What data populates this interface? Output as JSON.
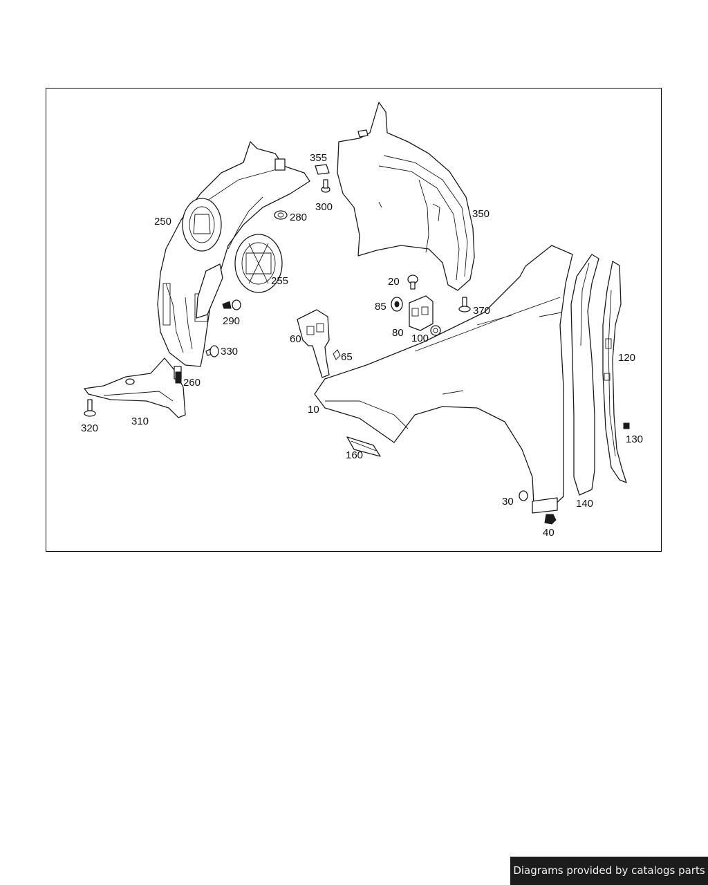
{
  "callouts": [
    {
      "id": "p10",
      "text": "10"
    },
    {
      "id": "p20",
      "text": "20"
    },
    {
      "id": "p30",
      "text": "30"
    },
    {
      "id": "p40",
      "text": "40"
    },
    {
      "id": "p60",
      "text": "60"
    },
    {
      "id": "p65",
      "text": "65"
    },
    {
      "id": "p80",
      "text": "80"
    },
    {
      "id": "p85",
      "text": "85"
    },
    {
      "id": "p100",
      "text": "100"
    },
    {
      "id": "p120",
      "text": "120"
    },
    {
      "id": "p130",
      "text": "130"
    },
    {
      "id": "p140",
      "text": "140"
    },
    {
      "id": "p160",
      "text": "160"
    },
    {
      "id": "p250",
      "text": "250"
    },
    {
      "id": "p255",
      "text": "255"
    },
    {
      "id": "p260",
      "text": "260"
    },
    {
      "id": "p280",
      "text": "280"
    },
    {
      "id": "p290",
      "text": "290"
    },
    {
      "id": "p300",
      "text": "300"
    },
    {
      "id": "p310",
      "text": "310"
    },
    {
      "id": "p320",
      "text": "320"
    },
    {
      "id": "p330",
      "text": "330"
    },
    {
      "id": "p350",
      "text": "350"
    },
    {
      "id": "p355",
      "text": "355"
    },
    {
      "id": "p370",
      "text": "370"
    }
  ],
  "footer": {
    "credit": "Diagrams provided by catalogs parts"
  },
  "colors": {
    "line": "#1a1a1a",
    "background": "#ffffff",
    "credit_bg": "#1c1c1c",
    "credit_text": "#f2f2f2"
  }
}
